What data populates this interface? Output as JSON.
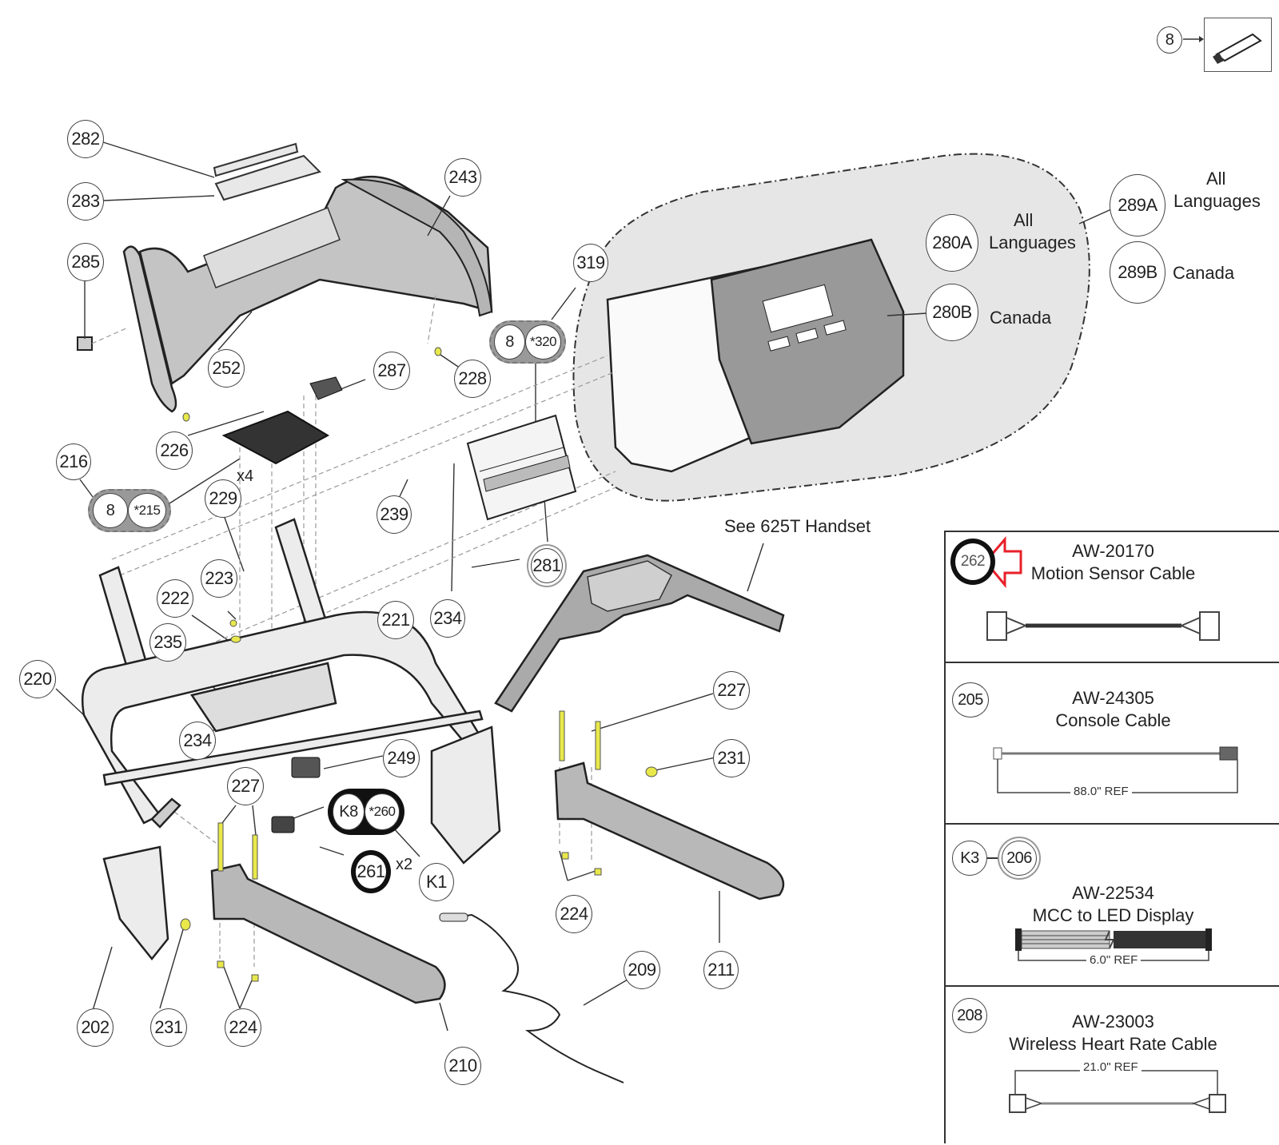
{
  "diagram": {
    "accessory": {
      "callout": "8",
      "icon": "usb-stick-icon"
    },
    "callouts": {
      "c282": "282",
      "c283": "283",
      "c285": "285",
      "c243": "243",
      "c252": "252",
      "c287": "287",
      "c228": "228",
      "c319": "319",
      "c226": "226",
      "c216": "216",
      "c229": "229",
      "c239": "239",
      "c223": "223",
      "c222": "222",
      "c235": "235",
      "c221": "221",
      "c234a": "234",
      "c234b": "234",
      "c281": "281",
      "c220": "220",
      "c227a": "227",
      "c227b": "227",
      "c249": "249",
      "c231a": "231",
      "c231b": "231",
      "c261": "261",
      "cK1": "K1",
      "c224a": "224",
      "c224b": "224",
      "c202": "202",
      "c209": "209",
      "c211": "211",
      "c210": "210",
      "c280A": "280A",
      "c280B": "280B",
      "c289A": "289A",
      "c289B": "289B"
    },
    "kits": {
      "k216": {
        "a": "8",
        "b": "*215"
      },
      "k319": {
        "a": "8",
        "b": "*320"
      },
      "kK1": {
        "a": "K8",
        "b": "*260"
      }
    },
    "labels": {
      "all": "All",
      "languages": "Languages",
      "canada": "Canada",
      "handset": "See 625T Handset",
      "x4": "x4",
      "x2": "x2"
    }
  },
  "cable_panel": {
    "highlight_color": "#e8202a",
    "items": [
      {
        "callout": "262",
        "part": "AW-20170",
        "name": "Motion Sensor Cable",
        "ref": "",
        "highlighted": true
      },
      {
        "callout": "205",
        "part": "AW-24305",
        "name": "Console Cable",
        "ref": "88.0\" REF"
      },
      {
        "callout": "K3",
        "callout2": "206",
        "part": "AW-22534",
        "name": "MCC to LED Display",
        "ref": "6.0\" REF"
      },
      {
        "callout": "208",
        "part": "AW-23003",
        "name": "Wireless Heart Rate Cable",
        "ref": "21.0\" REF"
      }
    ]
  }
}
